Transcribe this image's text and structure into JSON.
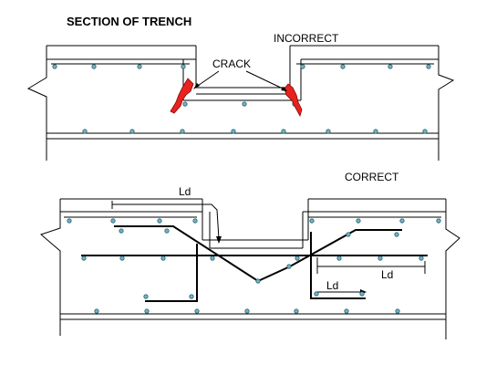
{
  "title": "SECTION OF TRENCH",
  "incorrect": {
    "label": "INCORRECT",
    "crack_label": "CRACK"
  },
  "correct": {
    "label": "CORRECT",
    "ld_top": "Ld",
    "ld_right": "Ld",
    "ld_bottom": "Ld"
  },
  "colors": {
    "crack": "#e8231f",
    "rebar_dot": "#6fb5c8",
    "line": "#000000"
  }
}
